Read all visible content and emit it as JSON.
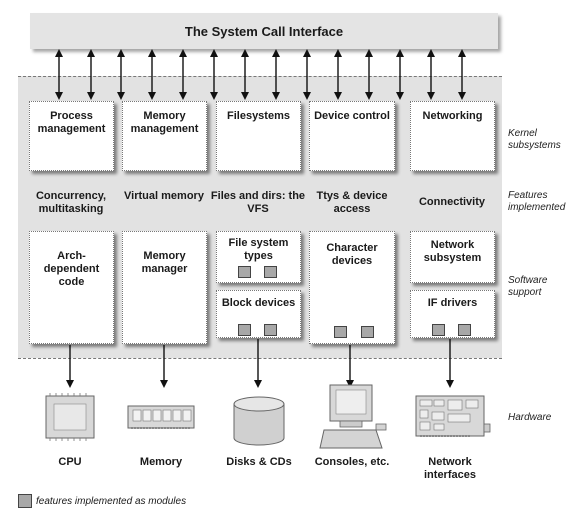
{
  "syscall_interface": "The System Call Interface",
  "subsystems": [
    "Process management",
    "Memory management",
    "Filesystems",
    "Device control",
    "Networking"
  ],
  "features": [
    "Concurrency, multitasking",
    "Virtual memory",
    "Files and dirs: the VFS",
    "Ttys & device access",
    "Connectivity"
  ],
  "software": {
    "arch": "Arch-dependent code",
    "memory_manager": "Memory manager",
    "fs_types": "File system types",
    "block_devices": "Block devices",
    "char_devices": "Character devices",
    "net_subsystem": "Network subsystem",
    "if_drivers": "IF drivers"
  },
  "side_labels": {
    "kernel": "Kernel subsystems",
    "features": "Features implemented",
    "software": "Software support",
    "hardware": "Hardware"
  },
  "hardware": [
    "CPU",
    "Memory",
    "Disks & CDs",
    "Consoles, etc.",
    "Network interfaces"
  ],
  "legend": "features implemented as modules"
}
